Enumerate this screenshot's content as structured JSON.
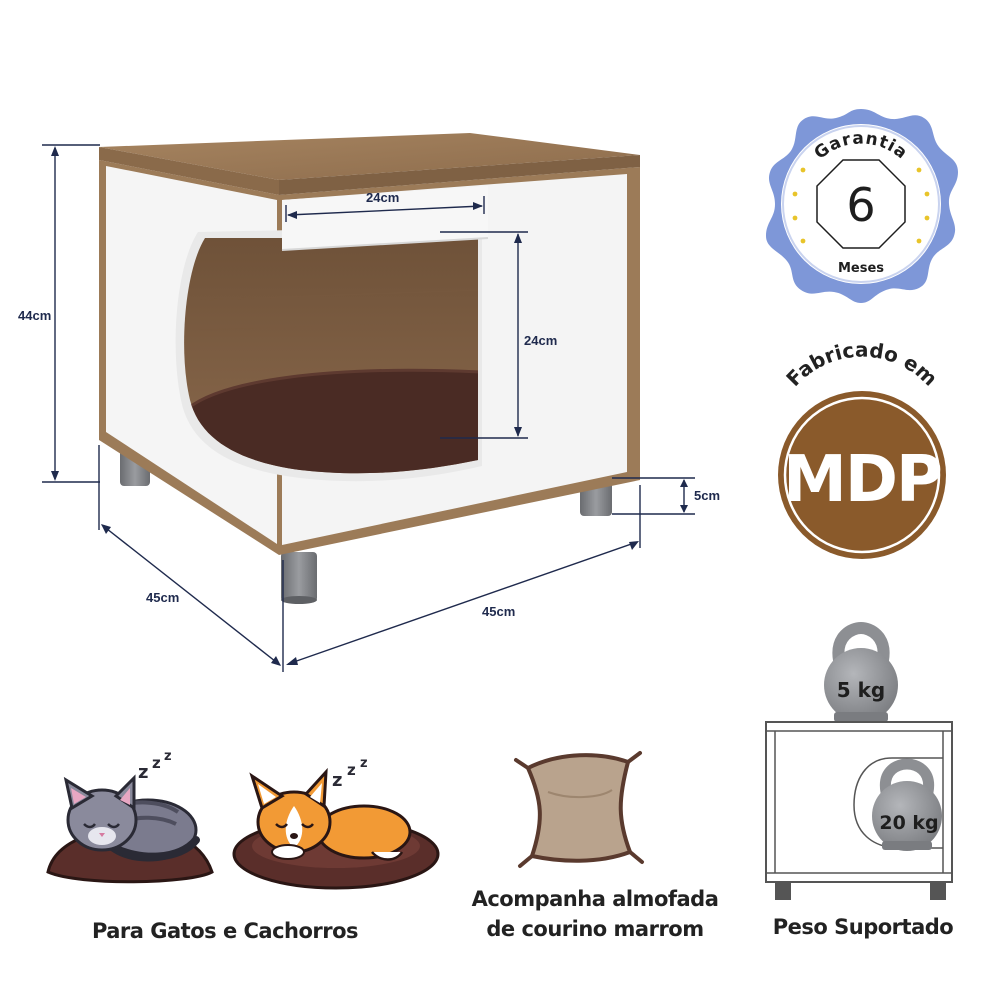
{
  "dimensions": {
    "height": "44cm",
    "opening_width": "24cm",
    "opening_height": "24cm",
    "feet_height": "5cm",
    "depth": "45cm",
    "width": "45cm"
  },
  "badges": {
    "warranty": {
      "top": "Garantia",
      "number": "6",
      "bottom": "Meses"
    },
    "material": {
      "top": "Fabricado em",
      "main": "MDP"
    }
  },
  "weights": {
    "top_load": "5 kg",
    "inside_load": "20 kg"
  },
  "captions": {
    "pets": "Para Gatos e Cachorros",
    "cushion_line1": "Acompanha almofada",
    "cushion_line2": "de courino marrom",
    "weight": "Peso Suportado"
  },
  "colors": {
    "wood": "#9c7b58",
    "white_panel": "#f4f4f4",
    "cushion_brown": "#4a2b24",
    "dimension_line": "#1f2a4d",
    "warranty_blue": "#7e97d8",
    "mdp_brown": "#8a5a2b",
    "feet_gray": "#7d7f82"
  }
}
